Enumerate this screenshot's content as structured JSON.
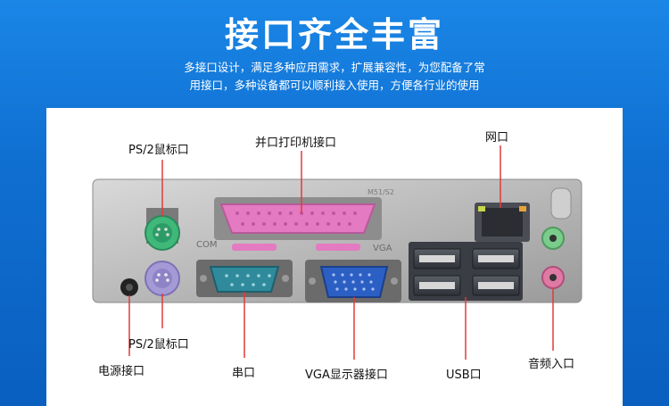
{
  "header": {
    "title": "接口齐全丰富",
    "subtitle_line1": "多接口设计，满足多种应用需求，扩展兼容性，为您配备了常",
    "subtitle_line2": "用接口，多种设备都可以顺利接入使用，方便各行业的使用"
  },
  "labels": {
    "ps2_top": "PS/2鼠标口",
    "parallel": "并口打印机接口",
    "lan": "网口",
    "ps2_bottom": "PS/2鼠标口",
    "power": "电源接口",
    "serial": "串口",
    "vga": "VGA显示器接口",
    "usb": "USB口",
    "audio": "音频入口"
  },
  "panel_print": {
    "com": "COM",
    "vga": "VGA",
    "model": "M51/S2"
  },
  "colors": {
    "background": "#0f6fd1",
    "leader_line": "#e23a3a",
    "ps2_green": "#3fb87a",
    "ps2_purple": "#a59ad6",
    "parallel_pink": "#e47ac2",
    "serial_teal": "#2f8a9c",
    "vga_blue": "#2c5fc4"
  }
}
